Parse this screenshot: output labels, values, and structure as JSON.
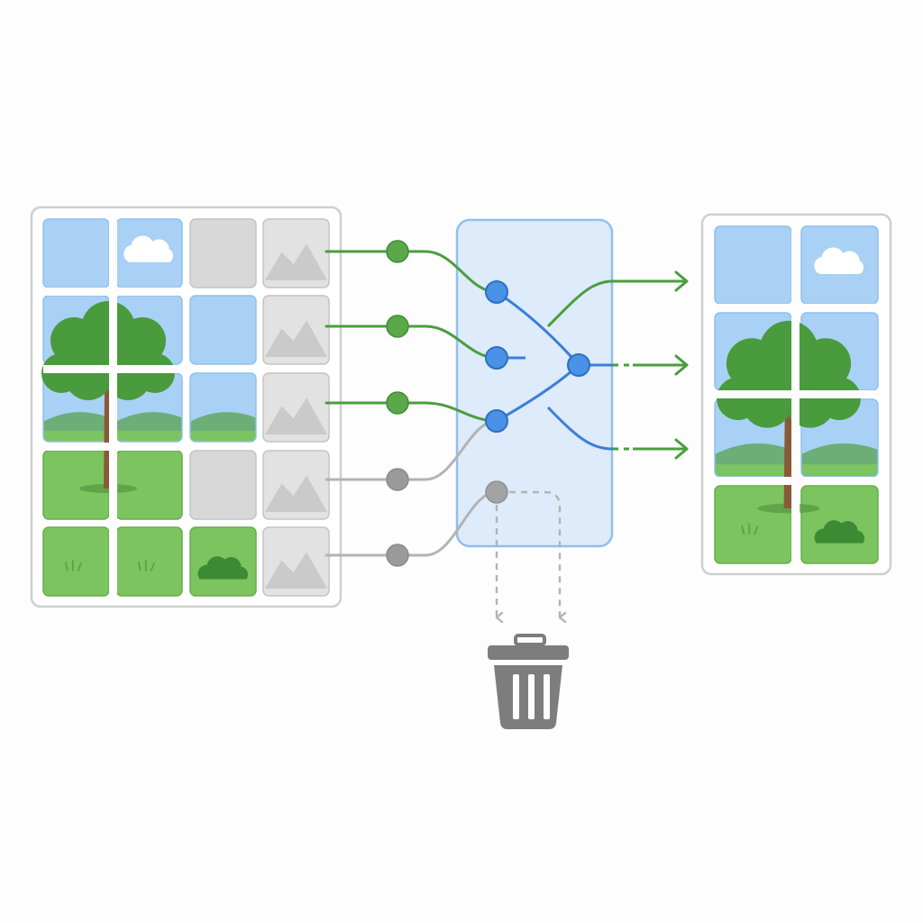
{
  "colors": {
    "background": "#fdfdfd",
    "panel_border": "#cfcfcf",
    "sky": "#a9d1f5",
    "sky_border": "#8fc0ec",
    "grass": "#7cc45f",
    "grass_border": "#66ad4b",
    "hill": "#6cae78",
    "tree_leaf": "#4a9a3e",
    "tree_leaf_dark": "#3d8a34",
    "tree_trunk": "#8a5a38",
    "masked_tile": "#d8d8d8",
    "masked_border": "#c4c4c4",
    "kept_line": "#4a9e3f",
    "dropped_line": "#b3b3b3",
    "router_fill": "#dcebfb",
    "router_border": "#8cbcee",
    "router_node": "#3d86de",
    "router_line": "#3c7fd6",
    "trash": "#7d7d7d"
  },
  "icons": {
    "cloud": "cloud-icon",
    "tree": "tree-icon",
    "mountain": "mountain-placeholder-icon",
    "bush": "bush-icon",
    "grass_tuft": "grass-tuft-icon",
    "arrow": "arrow-right-icon",
    "trash": "trash-icon"
  },
  "input_grid": {
    "rows": 5,
    "cols": 4,
    "tiles": [
      [
        "sky",
        "sky-cloud",
        "masked",
        "placeholder"
      ],
      [
        "sky",
        "sky",
        "sky",
        "placeholder"
      ],
      [
        "sky-hill",
        "sky-hill",
        "sky-hill",
        "placeholder"
      ],
      [
        "grass",
        "grass",
        "masked",
        "placeholder"
      ],
      [
        "grass-tuft",
        "grass-tuft",
        "grass-bush",
        "placeholder"
      ]
    ]
  },
  "tokens": [
    {
      "status": "kept",
      "row": 0
    },
    {
      "status": "kept",
      "row": 1
    },
    {
      "status": "kept",
      "row": 2
    },
    {
      "status": "dropped",
      "row": 3
    },
    {
      "status": "dropped",
      "row": 4
    }
  ],
  "output_grid": {
    "rows": 4,
    "cols": 2,
    "tiles": [
      [
        "sky",
        "sky-cloud"
      ],
      [
        "sky",
        "sky"
      ],
      [
        "sky-hill",
        "sky-hill"
      ],
      [
        "grass-tuft",
        "grass-bush"
      ]
    ]
  },
  "outputs": [
    {
      "status": "kept"
    },
    {
      "status": "kept"
    },
    {
      "status": "kept"
    }
  ]
}
